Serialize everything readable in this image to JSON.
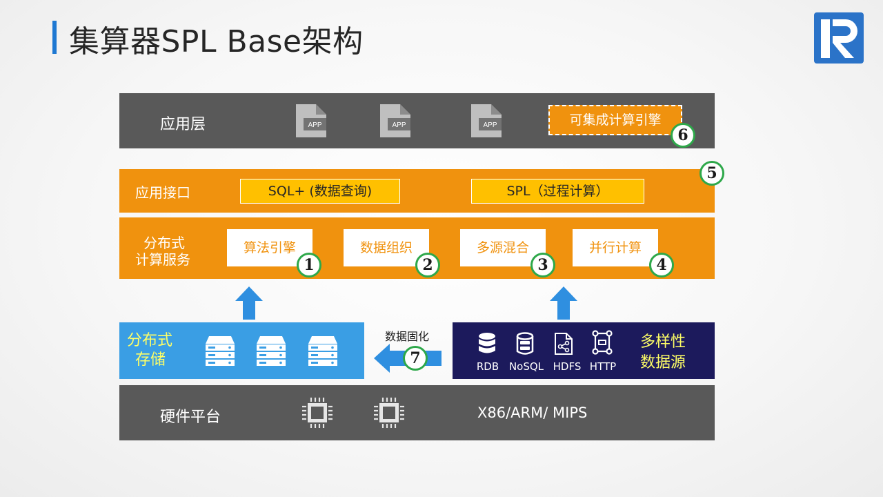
{
  "slide": {
    "title": "集算器SPL Base架构",
    "accent_color": "#1e78d2"
  },
  "logo": {
    "icon": "r-logo-icon",
    "color": "#2b73c8"
  },
  "app_layer": {
    "label": "应用层",
    "app_icons": [
      {
        "icon": "app-file-icon",
        "text": "APP"
      },
      {
        "icon": "app-file-icon",
        "text": "APP"
      },
      {
        "icon": "app-file-icon",
        "text": "APP"
      }
    ],
    "embed_box": "可集成计算引擎",
    "embed_badge": "6"
  },
  "interface_layer": {
    "label": "应用接口",
    "boxes": [
      "SQL+ (数据查询)",
      "SPL（过程计算）"
    ],
    "badge": "5"
  },
  "compute_layer": {
    "label_line1": "分布式",
    "label_line2": "计算服务",
    "modules": [
      {
        "label": "算法引擎",
        "badge": "1"
      },
      {
        "label": "数据组织",
        "badge": "2"
      },
      {
        "label": "多源混合",
        "badge": "3"
      },
      {
        "label": "并行计算",
        "badge": "4"
      }
    ]
  },
  "storage": {
    "label_line1": "分布式",
    "label_line2": "存储",
    "server_icons": [
      "server-icon",
      "server-icon",
      "server-icon"
    ]
  },
  "data_fix": {
    "label": "数据固化",
    "badge": "7"
  },
  "data_sources": {
    "label_line1": "多样性",
    "label_line2": "数据源",
    "items": [
      {
        "icon": "database-icon",
        "label": "RDB"
      },
      {
        "icon": "nosql-icon",
        "label": "NoSQL"
      },
      {
        "icon": "hdfs-file-icon",
        "label": "HDFS"
      },
      {
        "icon": "http-network-icon",
        "label": "HTTP"
      }
    ]
  },
  "hardware_layer": {
    "label": "硬件平台",
    "chip_icons": [
      "cpu-chip-icon",
      "cpu-chip-icon"
    ],
    "platforms": "X86/ARM/ MIPS"
  },
  "colors": {
    "gray_layer": "#595959",
    "orange_layer": "#f0920e",
    "yellow_box": "#ffc000",
    "storage_blue": "#3a9ee4",
    "sources_navy": "#1c1a5c",
    "badge_green": "#2ea84a",
    "arrow_blue": "#2f8fe0"
  }
}
